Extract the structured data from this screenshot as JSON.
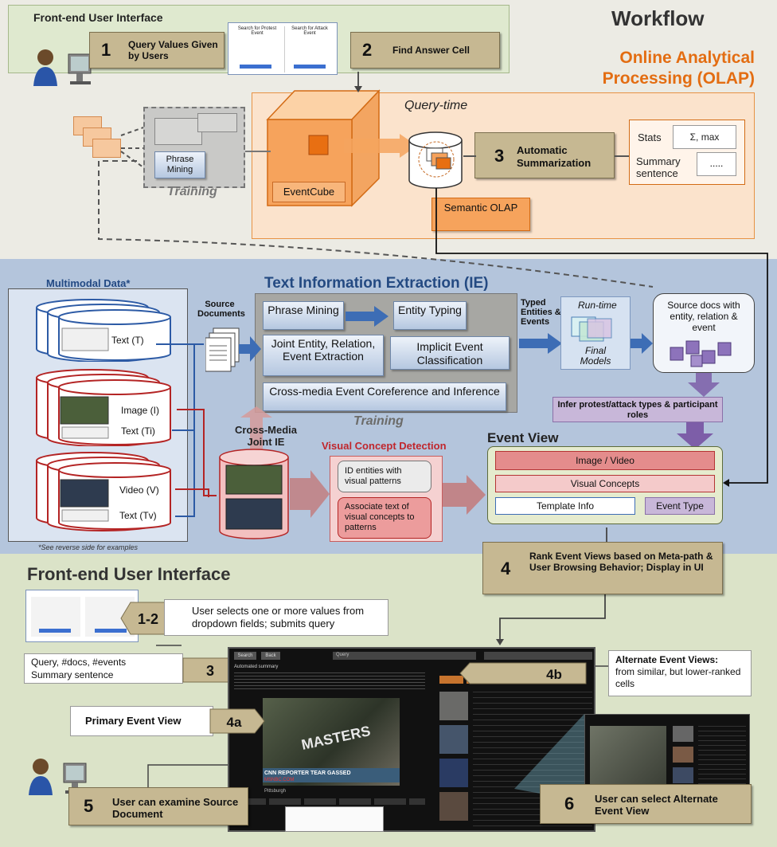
{
  "workflow_title": "Workflow",
  "top": {
    "frontend_label": "Front-end User Interface",
    "step1_num": "1",
    "step1_label": "Query Values Given by Users",
    "step2_num": "2",
    "step2_label": "Find Answer Cell",
    "form_left_title": "Search for Protest Event",
    "form_right_title": "Search for Attack Event",
    "olap_title": "Online Analytical Processing (OLAP)",
    "query_time": "Query-time",
    "phrase_mining": "Phrase Mining",
    "training": "Training",
    "eventcube": "EventCube",
    "step3_num": "3",
    "step3_label": "Automatic Summarization",
    "stats_label": "Stats",
    "stats_value": "Σ, max",
    "summary_label": "Summary sentence",
    "summary_value": ".....",
    "semantic_olap": "Semantic OLAP"
  },
  "middle": {
    "multimodal": "Multimodal Data*",
    "text_t": "Text (T)",
    "image_i": "Image (I)",
    "text_ti": "Text (Ti)",
    "video_v": "Video (V)",
    "text_tv": "Text (Tv)",
    "reverse_note": "*See reverse side for examples",
    "source_documents": "Source Documents",
    "ie_title": "Text Information Extraction (IE)",
    "phrase_mining": "Phrase Mining",
    "entity_typing": "Entity Typing",
    "joint_entity": "Joint Entity, Relation, Event Extraction",
    "implicit_event": "Implicit Event Classification",
    "cross_media_coref": "Cross-media Event Coreference and Inference",
    "training": "Training",
    "typed_entities": "Typed Entities & Events",
    "run_time": "Run-time",
    "final_models": "Final Models",
    "source_docs_entity": "Source docs with entity, relation & event",
    "infer_types": "Infer protest/attack types & participant roles",
    "cross_media_ie": "Cross-Media Joint IE",
    "visual_concept": "Visual Concept Detection",
    "id_entities": "ID entities with visual patterns",
    "associate_text": "Associate text of visual concepts to patterns",
    "event_view": "Event View",
    "image_video": "Image / Video",
    "visual_concepts": "Visual Concepts",
    "template_info": "Template Info",
    "event_type": "Event Type"
  },
  "bottom": {
    "frontend_title": "Front-end User Interface",
    "step4_num": "4",
    "step4_label": "Rank Event Views based on Meta-path & User Browsing Behavior; Display in UI",
    "step12_num": "1-2",
    "step12_label": "User selects one or more values from dropdown fields; submits query",
    "query_docs": "Query, #docs, #events",
    "summary_sentence": "Summary sentence",
    "step3_num": "3",
    "step4b_num": "4b",
    "alt_views_title": "Alternate Event Views:",
    "alt_views_desc": "from similar, but lower-ranked cells",
    "primary_event_view": "Primary Event View",
    "step4a_num": "4a",
    "step5_num": "5",
    "step5_label": "User can examine Source Document",
    "step6_num": "6",
    "step6_label": "User can select Alternate Event View",
    "screen": {
      "search_btn": "Search",
      "back_btn": "Back",
      "query_label": "Query",
      "summary_head": "Automated summary",
      "sample_news_1": "CNN REPORTER TEAR GASSED",
      "sample_news_2": "MSNBC.COM",
      "overlay_text": "MASTERS",
      "tickers": "Pittsburgh"
    }
  }
}
